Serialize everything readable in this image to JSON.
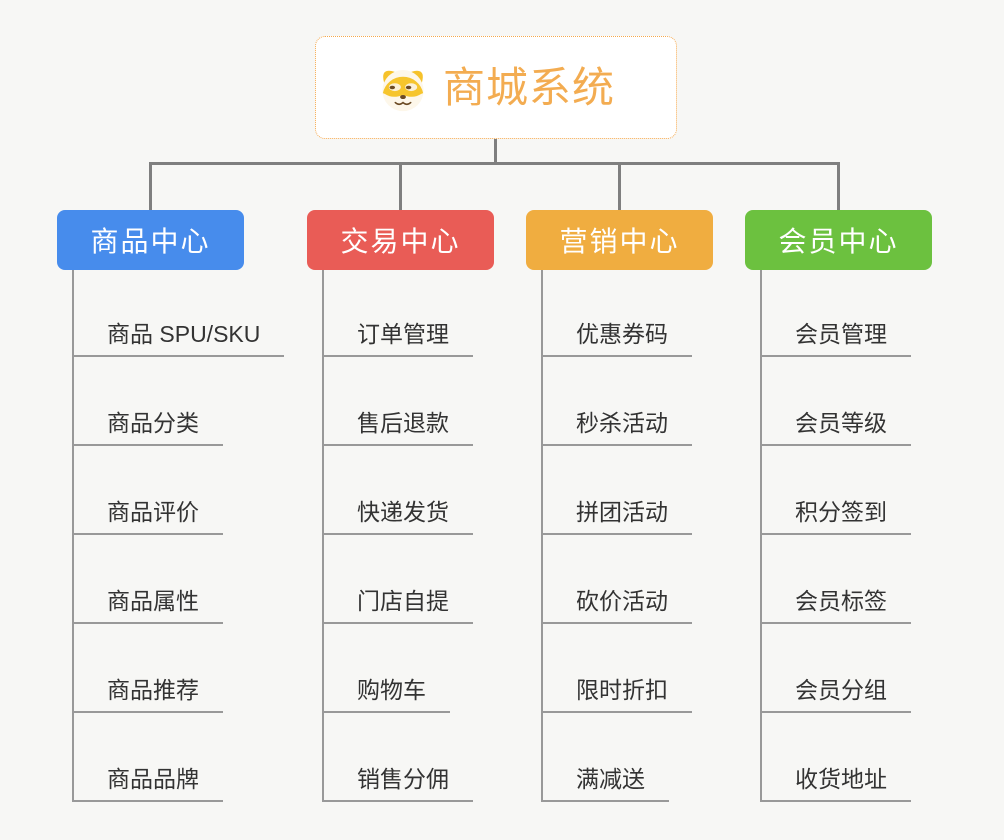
{
  "root": {
    "title": "商城系统",
    "icon": "dog-face-icon",
    "title_color": "#F3AC51",
    "border_color": "#F5A94E"
  },
  "branches": [
    {
      "key": "product-center",
      "label": "商品中心",
      "color": "#478CEC",
      "children": [
        "商品 SPU/SKU",
        "商品分类",
        "商品评价",
        "商品属性",
        "商品推荐",
        "商品品牌"
      ]
    },
    {
      "key": "trade-center",
      "label": "交易中心",
      "color": "#E95C56",
      "children": [
        "订单管理",
        "售后退款",
        "快递发货",
        "门店自提",
        "购物车",
        "销售分佣"
      ]
    },
    {
      "key": "marketing-center",
      "label": "营销中心",
      "color": "#F0AD40",
      "children": [
        "优惠券码",
        "秒杀活动",
        "拼团活动",
        "砍价活动",
        "限时折扣",
        "满减送"
      ]
    },
    {
      "key": "member-center",
      "label": "会员中心",
      "color": "#6CC13F",
      "children": [
        "会员管理",
        "会员等级",
        "积分签到",
        "会员标签",
        "会员分组",
        "收货地址"
      ]
    }
  ],
  "colors": {
    "background": "#F7F7F5",
    "trunk_line": "#7F7F7F",
    "child_line": "#999999",
    "child_text": "#333333"
  }
}
